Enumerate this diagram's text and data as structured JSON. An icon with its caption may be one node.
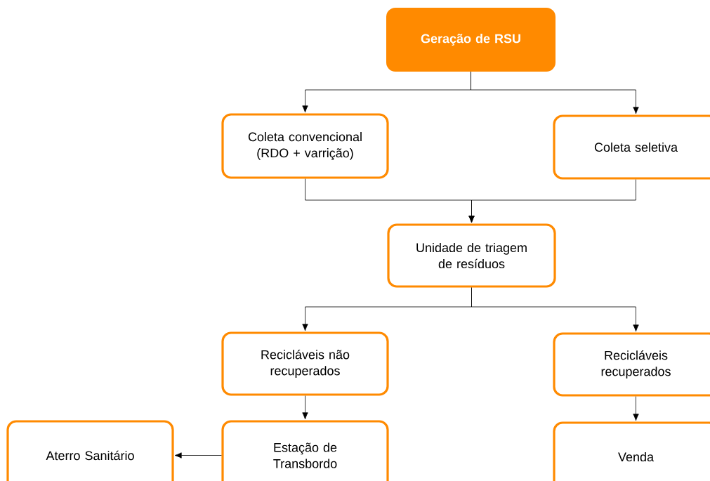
{
  "diagram": {
    "nodes": [
      {
        "text": [
          "Geração de RSU"
        ]
      },
      {
        "text": [
          "Coleta convencional (RDO + varrição)"
        ]
      },
      {
        "text": [
          "Coleta seletiva"
        ]
      },
      {
        "text": [
          "Unidade de triagem de resíduos"
        ]
      },
      {
        "text": [
          "Recicláveis não recuperados"
        ]
      },
      {
        "text": [
          "Recicláveis recuperados"
        ]
      },
      {
        "text": [
          "Aterro Sanitário"
        ]
      },
      {
        "text": [
          "Estação de Transbordo"
        ]
      },
      {
        "text": [
          "Venda"
        ]
      }
    ],
    "edges": [
      {
        "from": 0,
        "to": 1,
        "arrow": "to"
      },
      {
        "from": 0,
        "to": 2,
        "arrow": "to"
      },
      {
        "from": 1,
        "to": 3,
        "arrow": "to"
      },
      {
        "from": 2,
        "to": 3,
        "arrow": "to"
      },
      {
        "from": 3,
        "to": 4,
        "arrow": "to"
      },
      {
        "from": 3,
        "to": 5,
        "arrow": "to"
      },
      {
        "from": 4,
        "to": 7,
        "arrow": "to"
      },
      {
        "from": 7,
        "to": 6,
        "arrow": "to"
      },
      {
        "from": 5,
        "to": 8,
        "arrow": "to"
      }
    ]
  }
}
